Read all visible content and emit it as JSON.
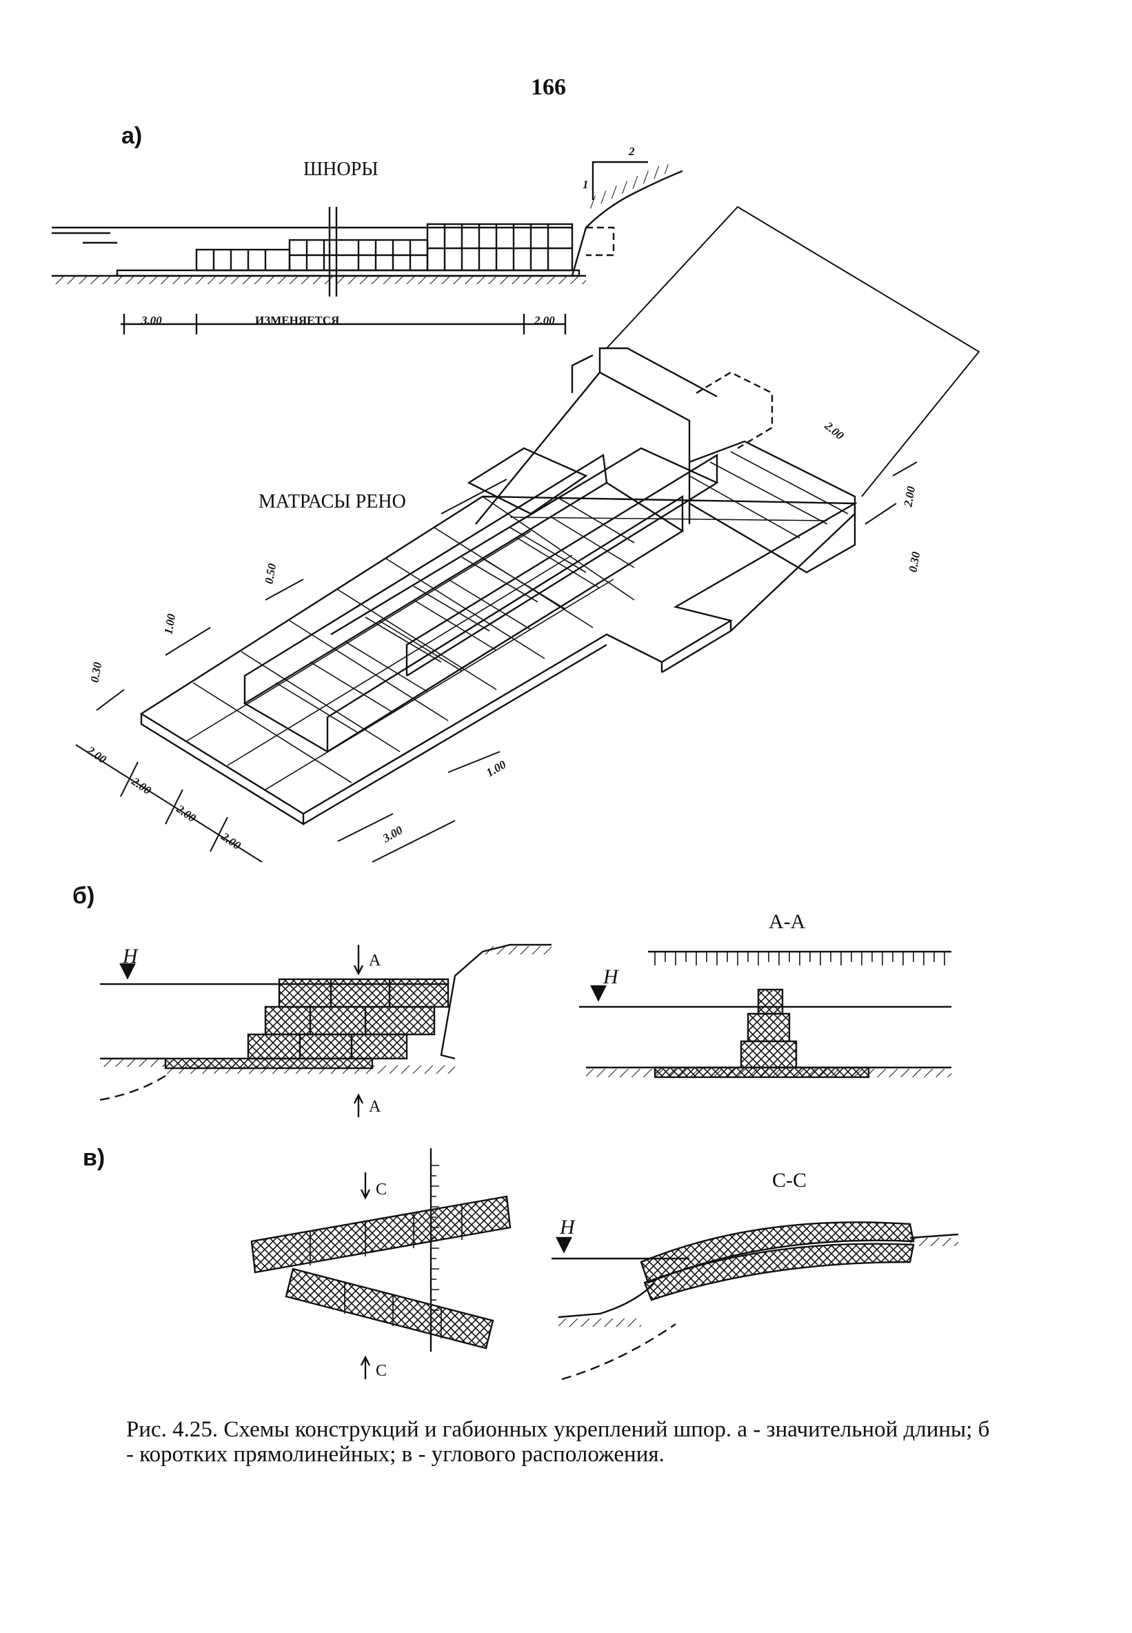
{
  "page_number": "166",
  "panel_a": {
    "letter": "а)",
    "section_title": "ШНОРЫ",
    "dims_section": [
      "3.00",
      "ИЗМЕНЯЕТСЯ",
      "2.00"
    ],
    "slope_marks": [
      "1",
      "2"
    ],
    "mattress_label": "МАТРАСЫ РЕНО",
    "dims_iso": [
      "2.00",
      "2.00",
      "2.00",
      "2.00",
      "3.00",
      "1.00",
      "0.30",
      "1.00",
      "0.50",
      "2.00",
      "2.00",
      "0.30"
    ]
  },
  "panel_b": {
    "letter": "б)",
    "water_level": "H",
    "section_marks": [
      "А",
      "А"
    ],
    "section_title": "А-А"
  },
  "panel_v": {
    "letter": "в)",
    "section_marks": [
      "С",
      "С"
    ],
    "section_title": "С-С",
    "water_level": "H"
  },
  "caption": "Рис. 4.25. Схемы конструкций и габионных укреплений шпор. а - значительной длины; б - коротких прямолинейных; в - углового расположения."
}
